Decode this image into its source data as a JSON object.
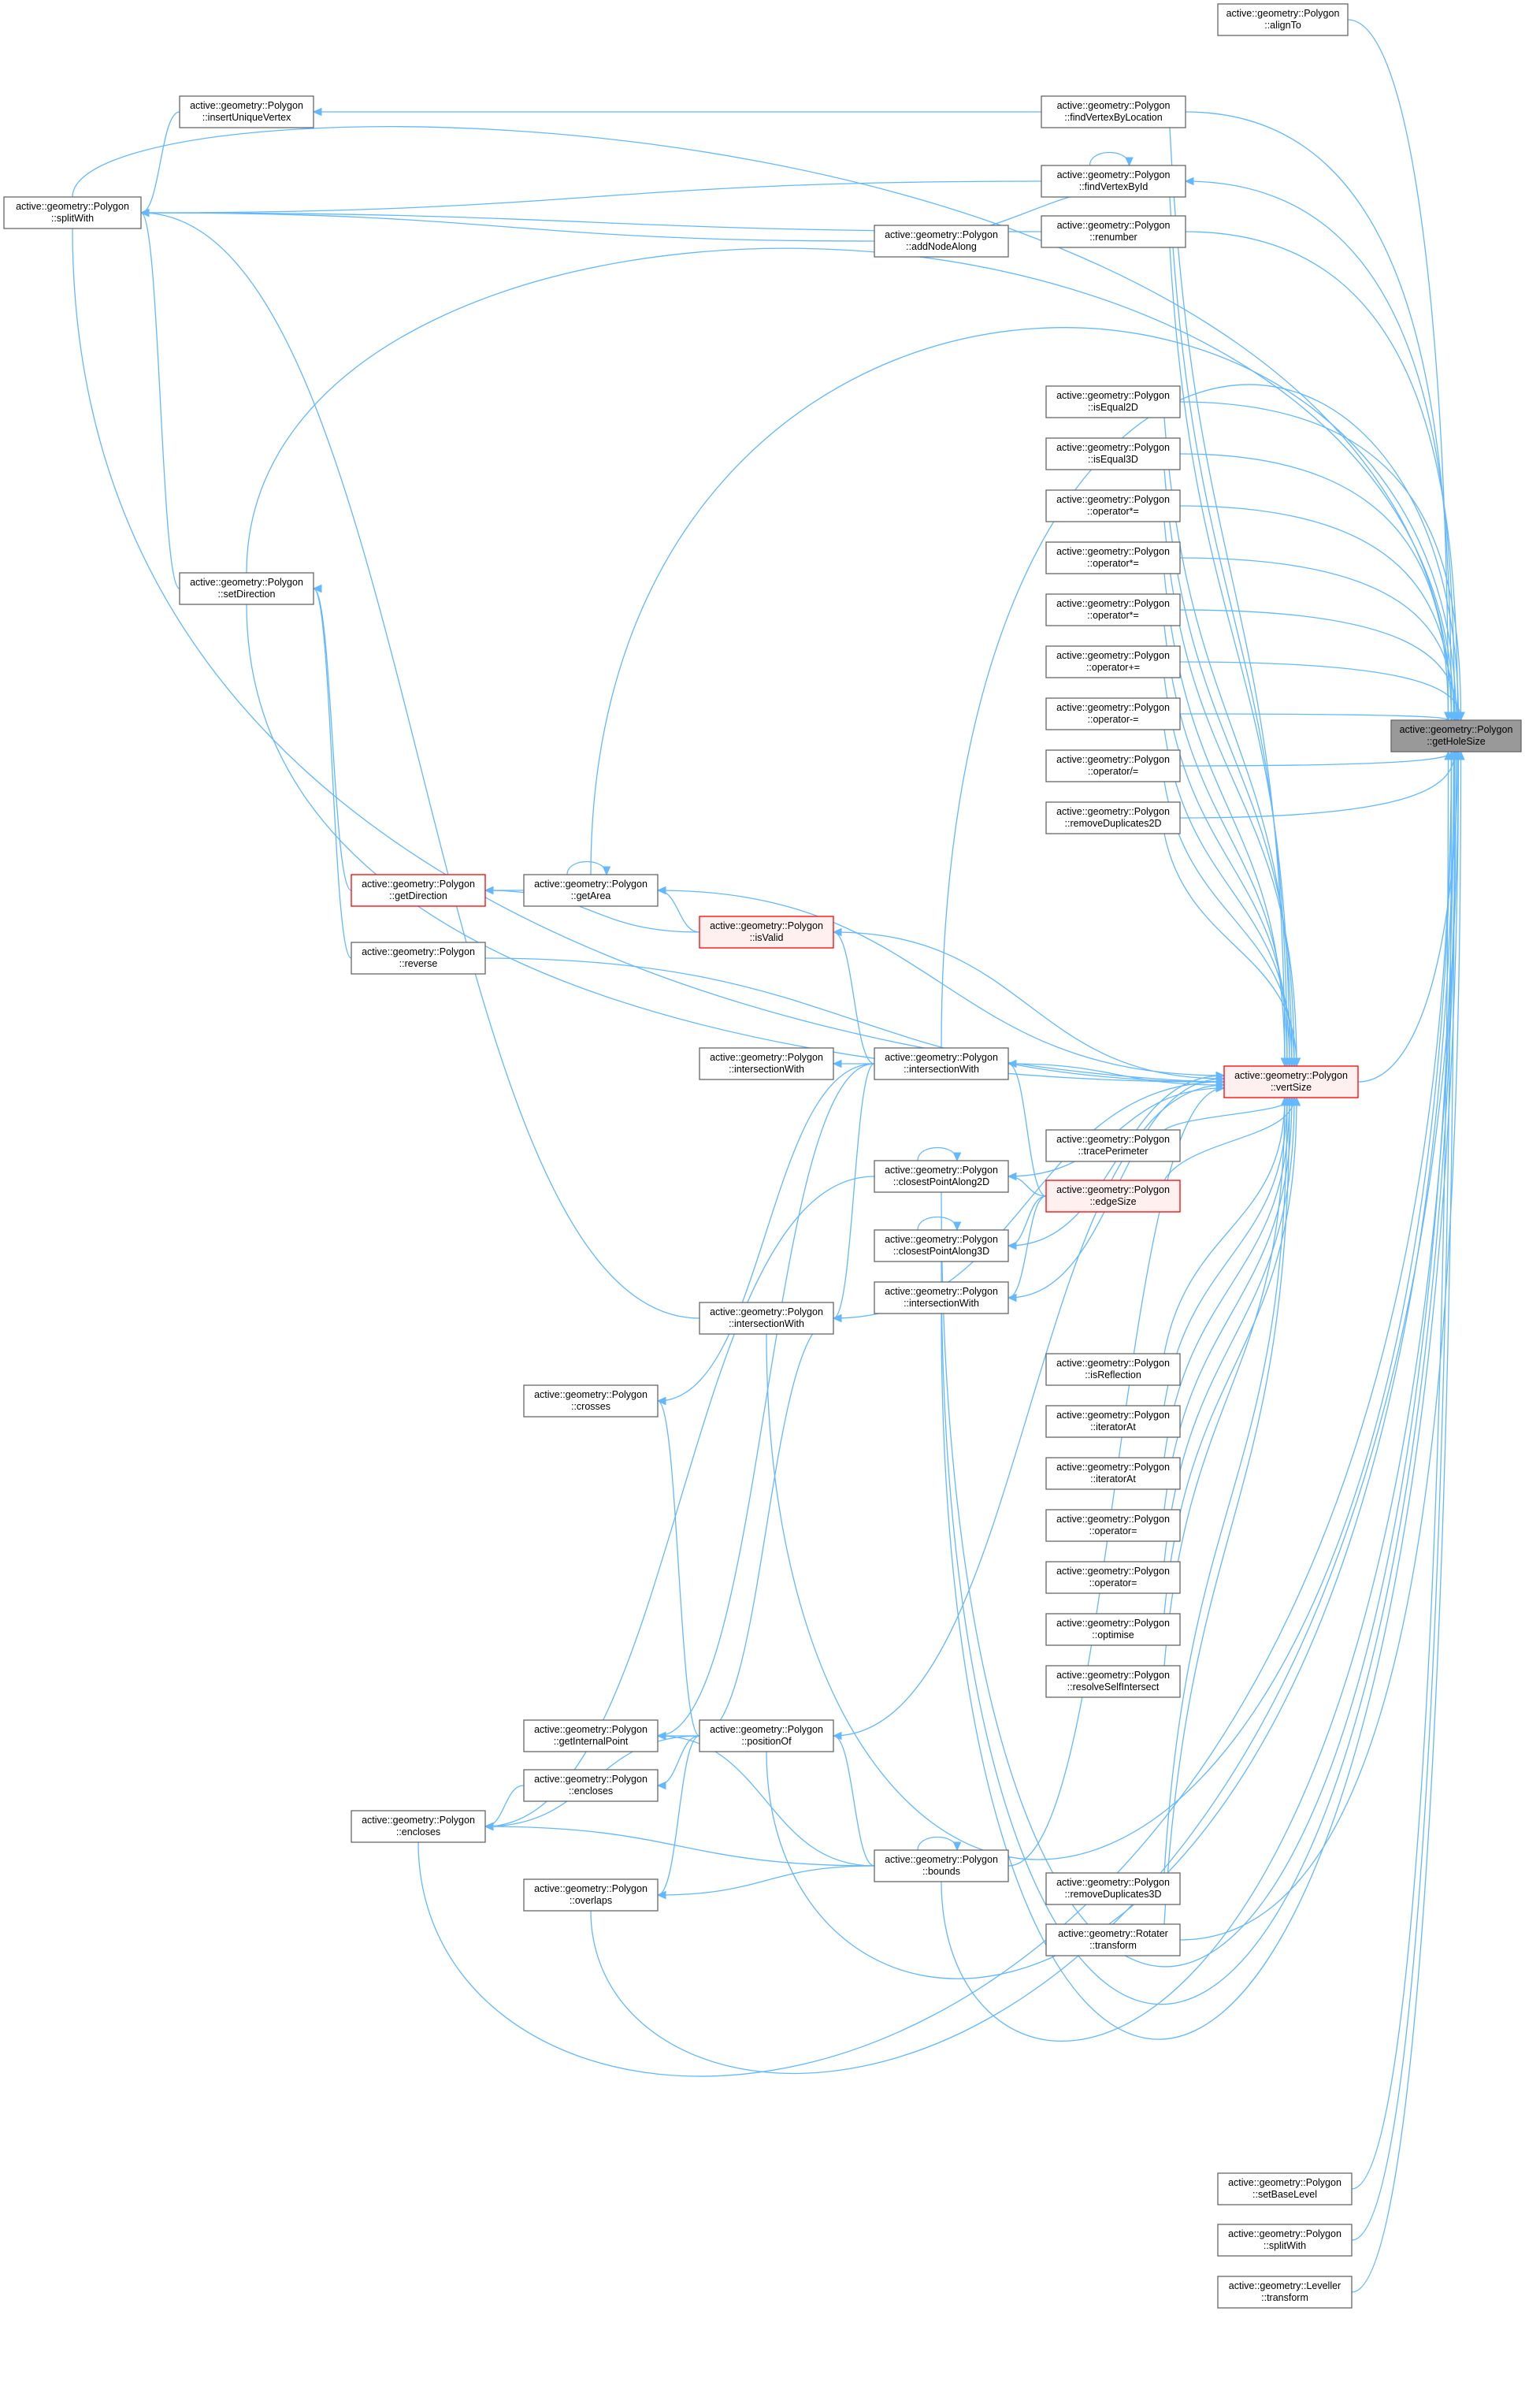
{
  "colors": {
    "edge": "#63b8ff",
    "node_border": "#666666",
    "highlight_border": "#ff0000",
    "target_fill": "#999999"
  },
  "nodes": {
    "getHoleSize": {
      "l1": "active::geometry::Polygon",
      "l2": "::getHoleSize"
    },
    "alignTo": {
      "l1": "active::geometry::Polygon",
      "l2": "::alignTo"
    },
    "findVertexByLocation": {
      "l1": "active::geometry::Polygon",
      "l2": "::findVertexByLocation"
    },
    "findVertexById": {
      "l1": "active::geometry::Polygon",
      "l2": "::findVertexById"
    },
    "renumber": {
      "l1": "active::geometry::Polygon",
      "l2": "::renumber"
    },
    "insertUniqueVertex": {
      "l1": "active::geometry::Polygon",
      "l2": "::insertUniqueVertex"
    },
    "splitWithLeft": {
      "l1": "active::geometry::Polygon",
      "l2": "::splitWith"
    },
    "addNodeAlong": {
      "l1": "active::geometry::Polygon",
      "l2": "::addNodeAlong"
    },
    "isEqual2D": {
      "l1": "active::geometry::Polygon",
      "l2": "::isEqual2D"
    },
    "isEqual3D": {
      "l1": "active::geometry::Polygon",
      "l2": "::isEqual3D"
    },
    "opStar1": {
      "l1": "active::geometry::Polygon",
      "l2": "::operator*="
    },
    "opStar2": {
      "l1": "active::geometry::Polygon",
      "l2": "::operator*="
    },
    "opStar3": {
      "l1": "active::geometry::Polygon",
      "l2": "::operator*="
    },
    "opPlus": {
      "l1": "active::geometry::Polygon",
      "l2": "::operator+="
    },
    "opMinus": {
      "l1": "active::geometry::Polygon",
      "l2": "::operator-="
    },
    "opDiv": {
      "l1": "active::geometry::Polygon",
      "l2": "::operator/="
    },
    "removeDuplicates2D": {
      "l1": "active::geometry::Polygon",
      "l2": "::removeDuplicates2D"
    },
    "setDirection": {
      "l1": "active::geometry::Polygon",
      "l2": "::setDirection"
    },
    "getDirection": {
      "l1": "active::geometry::Polygon",
      "l2": "::getDirection"
    },
    "getArea": {
      "l1": "active::geometry::Polygon",
      "l2": "::getArea"
    },
    "isValid": {
      "l1": "active::geometry::Polygon",
      "l2": "::isValid"
    },
    "reverse": {
      "l1": "active::geometry::Polygon",
      "l2": "::reverse"
    },
    "intersectionWithA": {
      "l1": "active::geometry::Polygon",
      "l2": "::intersectionWith"
    },
    "intersectionWithB": {
      "l1": "active::geometry::Polygon",
      "l2": "::intersectionWith"
    },
    "vertSize": {
      "l1": "active::geometry::Polygon",
      "l2": "::vertSize"
    },
    "tracePerimeter": {
      "l1": "active::geometry::Polygon",
      "l2": "::tracePerimeter"
    },
    "closestPointAlong2D": {
      "l1": "active::geometry::Polygon",
      "l2": "::closestPointAlong2D"
    },
    "edgeSize": {
      "l1": "active::geometry::Polygon",
      "l2": "::edgeSize"
    },
    "closestPointAlong3D": {
      "l1": "active::geometry::Polygon",
      "l2": "::closestPointAlong3D"
    },
    "intersectionWithC": {
      "l1": "active::geometry::Polygon",
      "l2": "::intersectionWith"
    },
    "intersectionWithD": {
      "l1": "active::geometry::Polygon",
      "l2": "::intersectionWith"
    },
    "isReflection": {
      "l1": "active::geometry::Polygon",
      "l2": "::isReflection"
    },
    "iteratorAt1": {
      "l1": "active::geometry::Polygon",
      "l2": "::iteratorAt"
    },
    "iteratorAt2": {
      "l1": "active::geometry::Polygon",
      "l2": "::iteratorAt"
    },
    "opEq1": {
      "l1": "active::geometry::Polygon",
      "l2": "::operator="
    },
    "opEq2": {
      "l1": "active::geometry::Polygon",
      "l2": "::operator="
    },
    "optimise": {
      "l1": "active::geometry::Polygon",
      "l2": "::optimise"
    },
    "resolveSelfIntersect": {
      "l1": "active::geometry::Polygon",
      "l2": "::resolveSelfIntersect"
    },
    "crosses": {
      "l1": "active::geometry::Polygon",
      "l2": "::crosses"
    },
    "getInternalPoint": {
      "l1": "active::geometry::Polygon",
      "l2": "::getInternalPoint"
    },
    "positionOf": {
      "l1": "active::geometry::Polygon",
      "l2": "::positionOf"
    },
    "enclosesRight": {
      "l1": "active::geometry::Polygon",
      "l2": "::encloses"
    },
    "enclosesLeft": {
      "l1": "active::geometry::Polygon",
      "l2": "::encloses"
    },
    "bounds": {
      "l1": "active::geometry::Polygon",
      "l2": "::bounds"
    },
    "overlaps": {
      "l1": "active::geometry::Polygon",
      "l2": "::overlaps"
    },
    "removeDuplicates3D": {
      "l1": "active::geometry::Polygon",
      "l2": "::removeDuplicates3D"
    },
    "rotaterTransform": {
      "l1": "active::geometry::Rotater",
      "l2": "::transform"
    },
    "setBaseLevel": {
      "l1": "active::geometry::Polygon",
      "l2": "::setBaseLevel"
    },
    "splitWithRight": {
      "l1": "active::geometry::Polygon",
      "l2": "::splitWith"
    },
    "levellerTransform": {
      "l1": "active::geometry::Leveller",
      "l2": "::transform"
    }
  }
}
